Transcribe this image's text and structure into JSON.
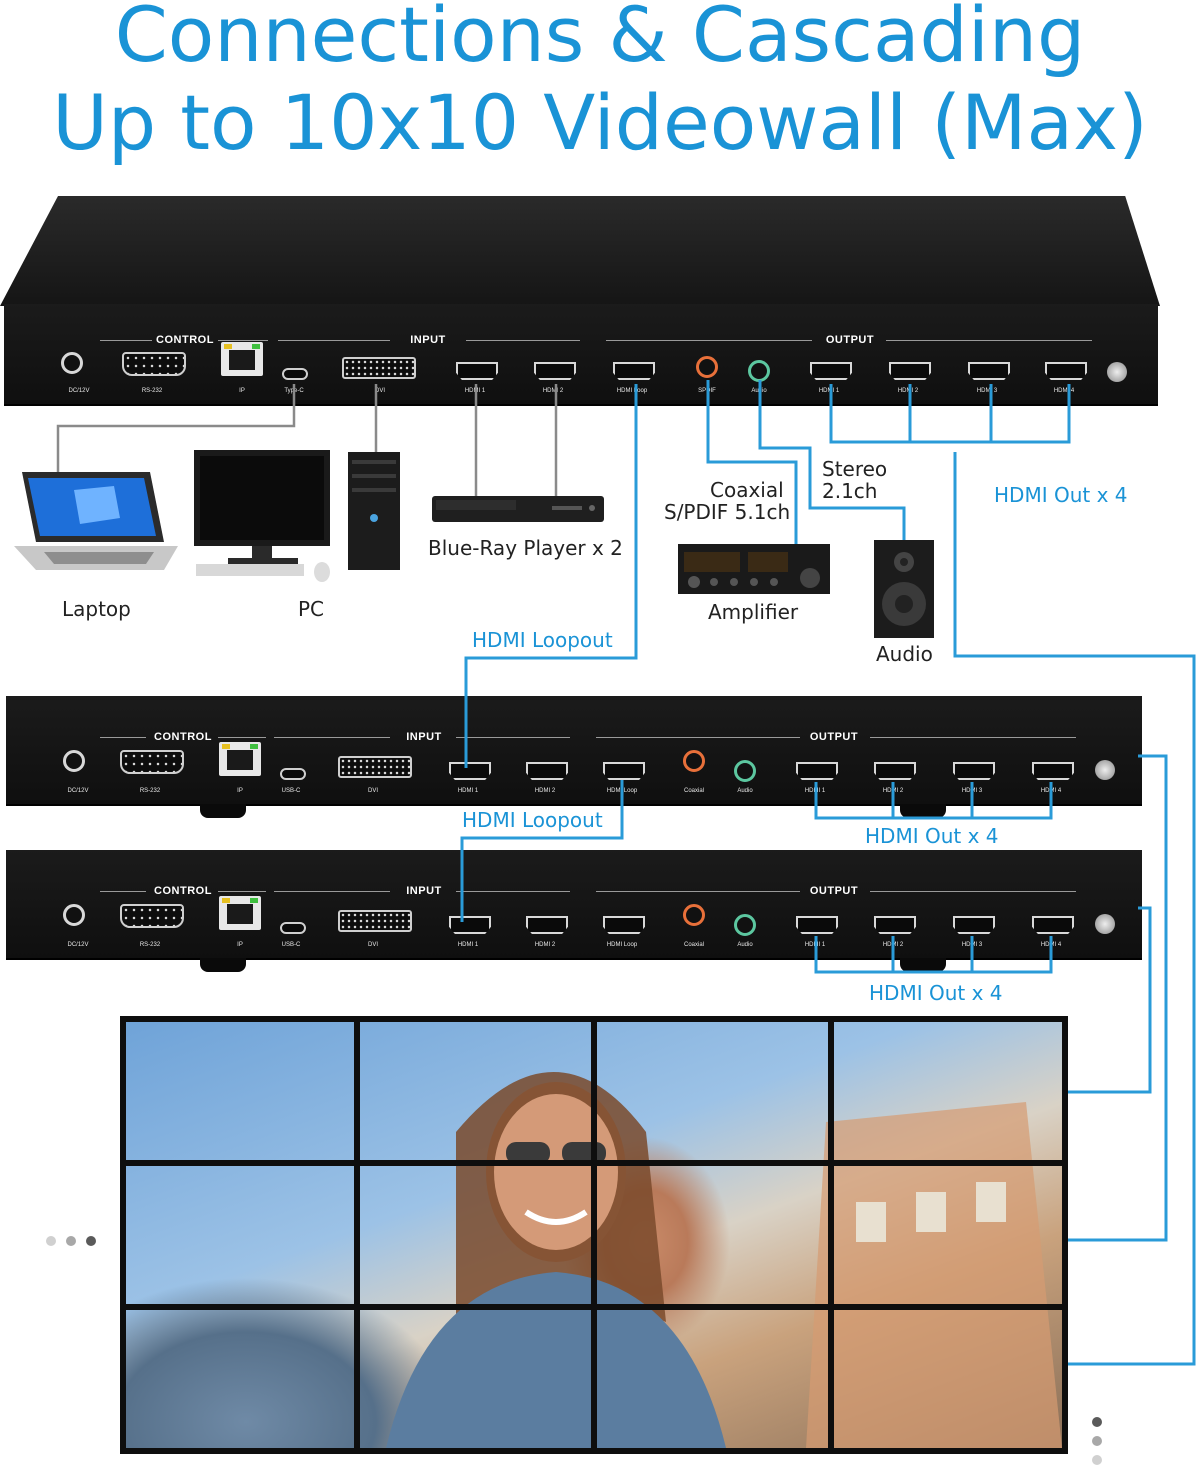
{
  "title": {
    "line1": "Connections & Cascading",
    "line2": "Up to 10x10 Videowall (Max)"
  },
  "device_main": {
    "groups": {
      "control": "CONTROL",
      "input": "INPUT",
      "output": "OUTPUT"
    },
    "ports": [
      "DC/12V",
      "RS-232",
      "IP",
      "Type-C",
      "DVI",
      "HDMI 1",
      "HDMI 2",
      "HDMI Loop",
      "SPDIF",
      "Audio",
      "HDMI 1",
      "HDMI 2",
      "HDMI 3",
      "HDMI 4"
    ]
  },
  "device_cascade": {
    "groups": {
      "control": "CONTROL",
      "input": "INPUT",
      "output": "OUTPUT"
    },
    "ports": [
      "DC/12V",
      "RS-232",
      "IP",
      "USB-C",
      "DVI",
      "HDMI 1",
      "HDMI 2",
      "HDMI Loop",
      "Coaxial",
      "Audio",
      "HDMI 1",
      "HDMI 2",
      "HDMI 3",
      "HDMI 4"
    ]
  },
  "labels": {
    "laptop": "Laptop",
    "pc": "PC",
    "bluray": "Blue-Ray Player x 2",
    "coaxial_1": "Coaxial",
    "coaxial_2": "S/PDIF 5.1ch",
    "amplifier": "Amplifier",
    "stereo_1": "Stereo",
    "stereo_2": "2.1ch",
    "audio": "Audio",
    "hdmi_out_top": "HDMI Out x 4",
    "hdmi_loopout_1": "HDMI Loopout",
    "hdmi_loopout_2": "HDMI Loopout",
    "hdmi_out_mid": "HDMI Out x 4",
    "hdmi_out_bottom": "HDMI Out x 4"
  },
  "colors": {
    "accent_blue": "#1a93d6",
    "device_black": "#141414",
    "wire_gray": "#8a8a8a"
  },
  "icons": [
    "laptop-icon",
    "pc-icon",
    "bluray-player-icon",
    "amplifier-icon",
    "speaker-icon",
    "videowall-image"
  ]
}
